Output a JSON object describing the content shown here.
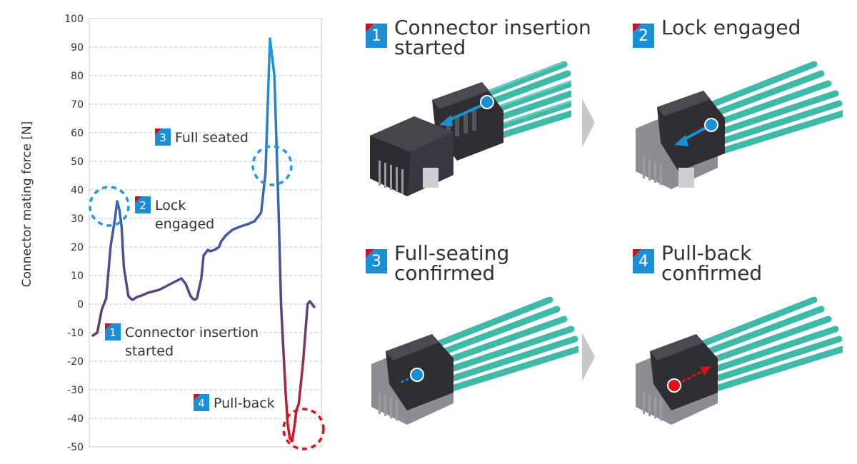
{
  "chart_data": {
    "type": "line",
    "title": "",
    "xlabel": "",
    "ylabel": "Connector mating force [N]",
    "ylim": [
      -50,
      100
    ],
    "yticks": [
      100,
      90,
      80,
      70,
      60,
      50,
      40,
      30,
      20,
      10,
      0,
      -10,
      -20,
      -30,
      -40,
      -50
    ],
    "grid": true,
    "x": [
      0,
      2,
      4,
      6,
      8,
      10,
      11,
      12,
      13,
      13.5,
      14,
      15,
      16,
      17,
      18,
      19,
      20,
      22,
      25,
      30,
      35,
      40,
      42,
      44,
      45,
      46,
      47,
      49,
      50,
      52,
      53,
      55,
      57,
      58,
      60,
      63,
      66,
      70,
      73,
      76,
      78,
      79,
      80,
      82,
      83,
      84,
      85,
      86,
      87,
      88,
      89,
      90,
      91,
      92,
      93,
      95,
      97,
      98,
      99,
      100
    ],
    "values": [
      -11,
      -10,
      -2,
      2,
      20,
      30,
      36,
      33,
      27,
      20,
      13,
      8,
      3,
      2,
      1.5,
      2,
      2.5,
      3,
      4,
      5,
      7,
      9,
      7,
      3,
      2,
      1.5,
      2,
      9,
      17,
      19,
      18.5,
      19,
      20,
      22,
      24,
      26,
      27,
      28,
      29,
      32,
      46,
      70,
      93,
      80,
      55,
      30,
      0,
      -15,
      -30,
      -42,
      -47,
      -48,
      -43,
      -37,
      -35,
      -20,
      0,
      1,
      0,
      -1
    ],
    "annotations": [
      {
        "num": "1",
        "text": "Connector insertion\nstarted"
      },
      {
        "num": "2",
        "text": "Lock\nengaged"
      },
      {
        "num": "3",
        "text": "Full seated"
      },
      {
        "num": "4",
        "text": "Pull-back"
      }
    ]
  },
  "steps": [
    {
      "num": "1",
      "title": "Connector insertion\nstarted"
    },
    {
      "num": "2",
      "title": "Lock engaged"
    },
    {
      "num": "3",
      "title": "Full-seating\nconfirmed"
    },
    {
      "num": "4",
      "title": "Pull-back\nconfirmed"
    }
  ],
  "colors": {
    "accent_blue": "#1a8fd6",
    "accent_red": "#d0101a",
    "cable_green": "#3fb9a8",
    "connector_dark": "#2f2f33",
    "arrow_grey": "#c8c8c8"
  },
  "photos": [
    {
      "name": "connector-insertion-photo",
      "arrow": "blue-left"
    },
    {
      "name": "lock-engaged-photo",
      "arrow": "blue-left"
    },
    {
      "name": "full-seating-photo",
      "arrow": "blue-dashed"
    },
    {
      "name": "pull-back-photo",
      "arrow": "red-dashed-right"
    }
  ]
}
